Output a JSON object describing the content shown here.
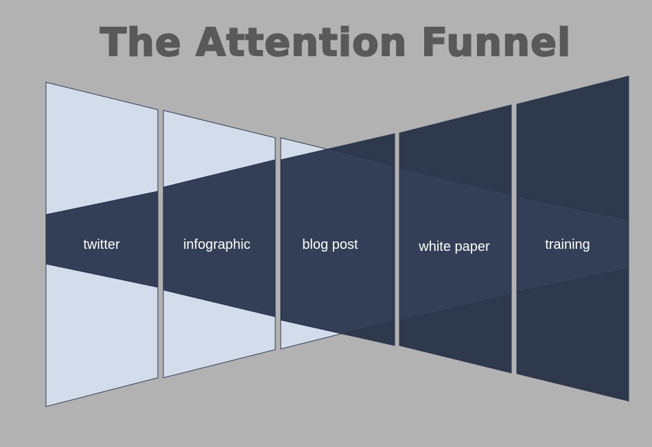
{
  "title": "The Attention Funnel",
  "stages": [
    {
      "label": "twitter"
    },
    {
      "label": "infographic"
    },
    {
      "label": "blog post"
    },
    {
      "label": "white paper"
    },
    {
      "label": "training"
    }
  ],
  "colors": {
    "background": "#b2b2b2",
    "light_panel": "#d3dcea",
    "dark_panel": "#2e394d",
    "band": "#333f56",
    "title": "#595959"
  }
}
